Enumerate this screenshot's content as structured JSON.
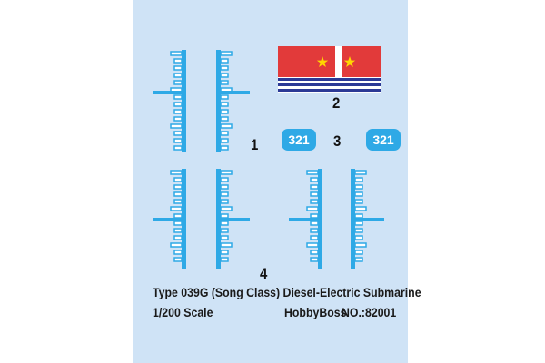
{
  "decal_sheet": {
    "background_color": "#cfe3f6",
    "decal_color": "#2ea9e6",
    "part_numbers": {
      "one": "1",
      "two": "2",
      "three": "3",
      "four": "4"
    },
    "hull_number": "321",
    "caption": {
      "title": "Type 039G (Song Class) Diesel-Electric Submarine",
      "scale": "1/200  Scale",
      "brand": "HobbyBoss",
      "catalog": "NO.:82001"
    },
    "flag_colors": {
      "red": "#e23a3a",
      "star": "#ffd700",
      "blue": "#2c3a96"
    },
    "icons": {
      "draft_mark": "draft-marks-ladder",
      "flag": "naval-ensign-flag",
      "star": "star-icon"
    }
  }
}
